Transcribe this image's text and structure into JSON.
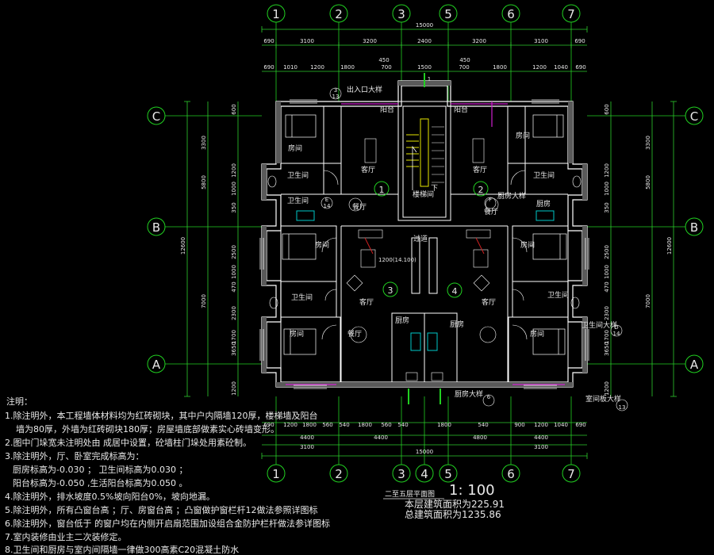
{
  "axes": {
    "top": [
      "1",
      "2",
      "3",
      "5",
      "6",
      "7"
    ],
    "bottom": [
      "1",
      "2",
      "3",
      "4",
      "5",
      "6",
      "7"
    ],
    "left": [
      "C",
      "B",
      "A"
    ],
    "right": [
      "C",
      "B",
      "A"
    ]
  },
  "dimensions": {
    "top_total": "15000",
    "top_row1": [
      "690",
      "3100",
      "3200",
      "2400",
      "3200",
      "3100",
      "690"
    ],
    "top_row2": [
      "690",
      "1010",
      "1200",
      "1800",
      "700",
      "1500",
      "700",
      "1800",
      "1200",
      "1040",
      "690"
    ],
    "top_450": "450",
    "left_total": "12600",
    "left_outer": [
      "3300",
      "5800",
      "7000"
    ],
    "left_inner": [
      "600",
      "1200",
      "1000",
      "350",
      "2500",
      "1000",
      "470",
      "2300",
      "1700",
      "3650",
      "1200"
    ],
    "right_total": "12600",
    "right_outer": [
      "3300",
      "5800",
      "7000"
    ],
    "right_inner": [
      "600",
      "1200",
      "1000",
      "350",
      "2500",
      "1000",
      "470",
      "2300",
      "1700",
      "3650",
      "1200"
    ],
    "bottom_row1": [
      "690",
      "1200",
      "1800",
      "560",
      "540",
      "1800",
      "560",
      "540",
      "1800",
      "540",
      "900",
      "1200",
      "1040",
      "690"
    ],
    "bottom_row2": [
      "4400",
      "4400",
      "4800",
      "4400"
    ],
    "bottom_row3": [
      "3100",
      "3100"
    ],
    "bottom_total": "15000"
  },
  "rooms": {
    "bedroom": "房间",
    "living": "客厅",
    "balcony": "阳台",
    "bathroom": "卫生间",
    "kitchen": "厨房",
    "dining": "餐厅",
    "corridor": "过道",
    "stair": "楼梯间",
    "down": "下"
  },
  "callouts": {
    "entrance_stair": "出入口大样",
    "bathroom_detail": "卫生间大样",
    "kitchen_detail": "厨房大样",
    "bedroom_detail": "室间板大样",
    "elevation_mark": "1200(14.100)",
    "circle_nums": [
      "1",
      "2",
      "3",
      "4"
    ],
    "callout_nums": [
      "3",
      "13",
      "14",
      "D",
      "E",
      "F",
      "6",
      "14",
      "13",
      "1"
    ]
  },
  "notes": {
    "title": "注明：",
    "lines": [
      "1.除注明外，本工程墙体材料均为红砖砌块，其中户内隔墙120厚，楼梯墙及阳台",
      "墙为80厚，外墙为红砖砌块180厚；房屋墙底部做素实心砖墙变形。",
      "2.图中门垛宽未注明处由 成居中设置，砼墙柱门垛处用素砼制。",
      "3.除注明外，厅、卧室完成标高为：",
      "厨房标高为-0.030 ； 卫生间标高为0.030 ；",
      "阳台标高为-0.050 ,生活阳台标高为0.050 。",
      "4.除注明外，排水坡度0.5%坡向阳台0%，坡向地漏。",
      "5.除注明外，所有凸窗台高 ；厅、房窗台高 ；凸窗做护窗栏杆12做法参照详图标",
      "6.除注明外，窗台低于 的窗户均在内侧开启扇范围加设组合金防护栏杆做法参详图标",
      "7.室内装修由业主二次装修定。",
      "8.卫生间和厨房与室内间隔墙一律做300高素C20混凝土防水"
    ]
  },
  "footer": {
    "plan_title": "二至五层平面图",
    "scale": "1: 100",
    "floor_area": "本层建筑面积为225.91",
    "total_area": "总建筑面积为1235.86"
  },
  "colors": {
    "axis": "#21d021",
    "dim_line": "#2ecc2e",
    "wall": "#ffffff",
    "wall_fill": "#5a5a5a",
    "stair": "#e6e600",
    "balcony_line": "#d020d0",
    "cyan": "#00c8c8",
    "red_door": "#d02020"
  }
}
